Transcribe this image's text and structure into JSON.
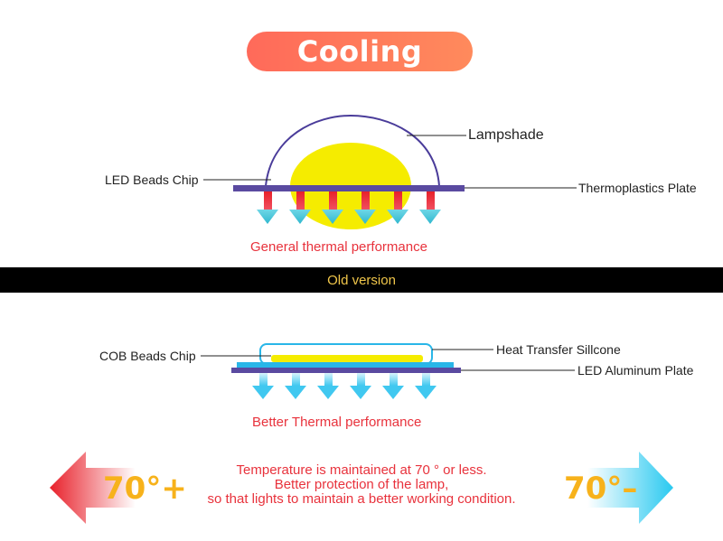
{
  "title": "Cooling",
  "old_version": {
    "labels": {
      "lampshade": "Lampshade",
      "led_beads_chip": "LED Beads Chip",
      "thermoplastics_plate": "Thermoplastics Plate"
    },
    "caption": "General thermal performance",
    "band_label": "Old version",
    "colors": {
      "heat_stem": "#e8202a",
      "arrow_head": "#3bc3d6",
      "plate": "#5a4aa0",
      "dome": "#f5ec00"
    }
  },
  "new_version": {
    "labels": {
      "heat_transfer_silicone": "Heat Transfer Sillcone",
      "cob_beads_chip": "COB Beads Chip",
      "led_aluminum_plate": "LED Aluminum Plate"
    },
    "caption": "Better Thermal performance",
    "colors": {
      "arrow": "#40c8f0",
      "plate": "#5a4aa0",
      "silicone": "#29b6e8",
      "chip": "#f5ec00"
    }
  },
  "temperature": {
    "left_value": "70°+",
    "right_value": "70°–",
    "note_lines": [
      "Temperature is maintained at 70 ° or less.",
      "Better protection of the lamp,",
      "so that lights to maintain a better working condition."
    ],
    "colors": {
      "hot": "#e8202a",
      "cool": "#29c9f0",
      "value": "#f7b21b",
      "text": "#e8323c"
    }
  }
}
